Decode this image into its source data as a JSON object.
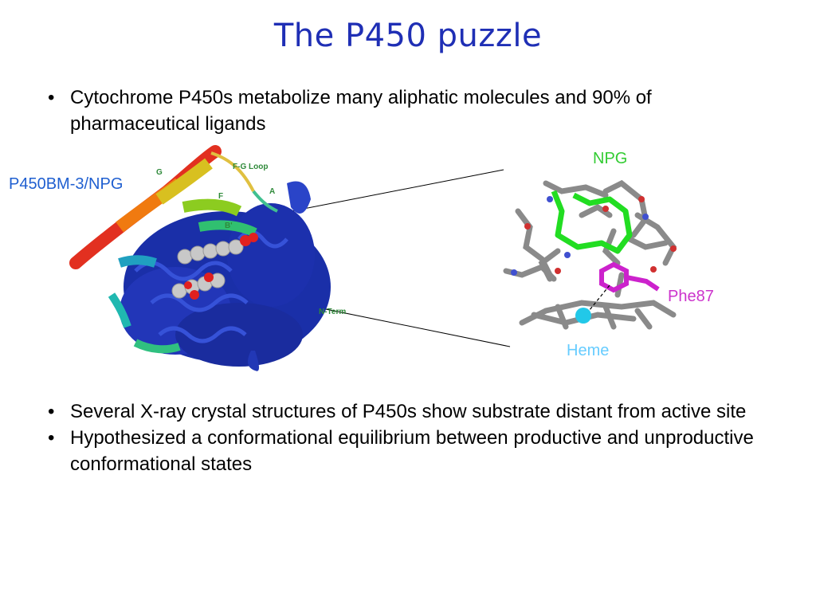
{
  "slide": {
    "title": "The P450 puzzle",
    "bullets_top": [
      "Cytochrome P450s metabolize many aliphatic molecules and 90% of pharmaceutical ligands"
    ],
    "bullets_bottom": [
      "Several X-ray crystal structures of P450s show substrate distant from active site",
      "Hypothesized a conformational equilibrium between productive and unproductive conformational states"
    ]
  },
  "figure": {
    "protein_label": "P450BM-3/NPG",
    "structure_labels": {
      "G": "G",
      "FG_loop": "F-G Loop",
      "F": "F",
      "A": "A",
      "B_prime": "B'",
      "N_term": "N-Term"
    },
    "inset_labels": {
      "npg": "NPG",
      "phe87": "Phe87",
      "heme": "Heme"
    },
    "colors": {
      "title": "#1f2fb5",
      "protein_label": "#1f5fd0",
      "npg": "#33cc33",
      "phe87": "#cc33cc",
      "heme": "#66ccff",
      "ribbon_blue": "#1a2fa8"
    }
  }
}
